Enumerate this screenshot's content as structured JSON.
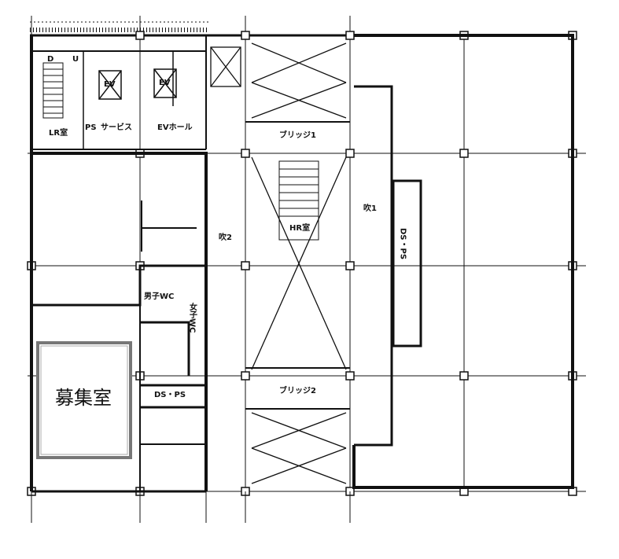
{
  "labels": {
    "down": "D",
    "up": "U",
    "ev1": "EV",
    "ev2": "EV",
    "lr_room": "LR室",
    "ps": "PS",
    "service": "サービス",
    "ev_hall": "EVホール",
    "bridge1": "ブリッジ1",
    "bridge2": "ブリッジ2",
    "void1": "吹1",
    "void2": "吹2",
    "stair_room": "HR室",
    "ds_ps_vertical": "DS・PS",
    "ds_ps": "DS・PS",
    "wc": "男子WC",
    "wc2": "女子WC",
    "recruit_room": "募集室"
  },
  "colors": {
    "line": "#111111",
    "highlight_box": "#777777"
  }
}
